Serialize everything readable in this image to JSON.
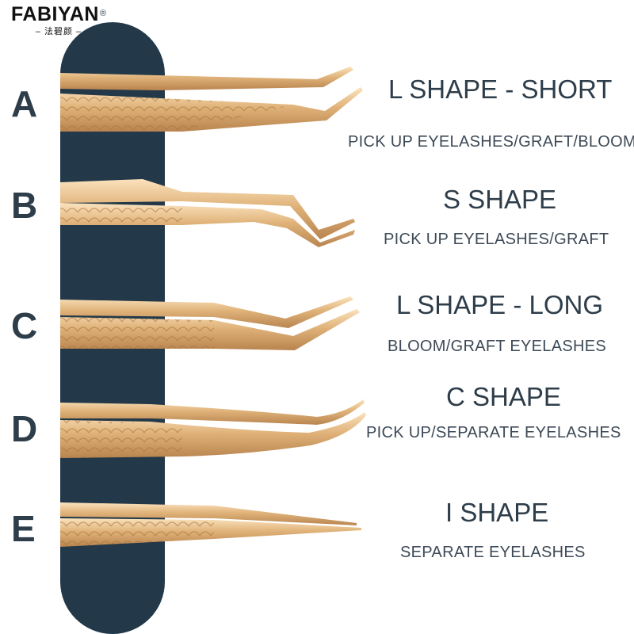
{
  "brand": {
    "name": "FABIYAN",
    "reg": "®",
    "subtitle": "– 法碧颜 –"
  },
  "items": [
    {
      "letter": "A",
      "title": "L SHAPE - SHORT",
      "desc": "PICK UP EYELASHES/GRAFT/BLOOM"
    },
    {
      "letter": "B",
      "title": "S SHAPE",
      "desc": "PICK UP EYELASHES/GRAFT"
    },
    {
      "letter": "C",
      "title": "L SHAPE - LONG",
      "desc": "BLOOM/GRAFT EYELASHES"
    },
    {
      "letter": "D",
      "title": "C SHAPE",
      "desc": "PICK UP/SEPARATE EYELASHES"
    },
    {
      "letter": "E",
      "title": "I SHAPE",
      "desc": "SEPARATE EYELASHES"
    }
  ],
  "colors": {
    "pill": "#233949",
    "text": "#2e3d4a",
    "gold": "#e2b77f"
  }
}
